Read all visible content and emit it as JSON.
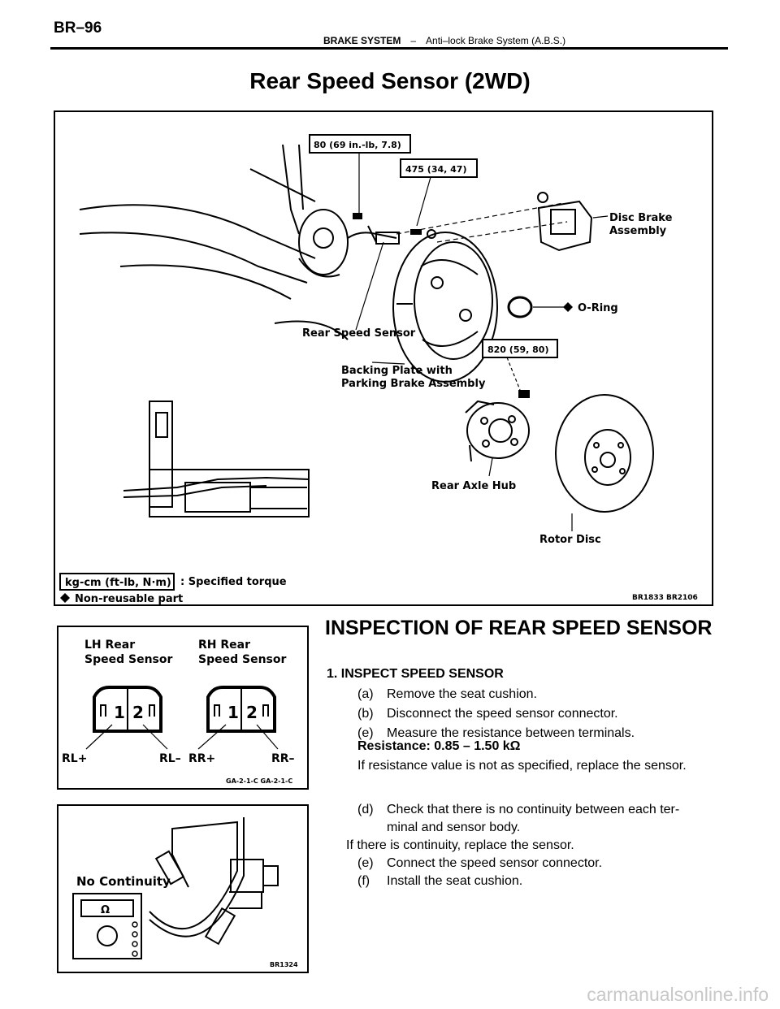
{
  "header": {
    "page_code": "BR–96",
    "section": "BRAKE SYSTEM",
    "separator": "–",
    "subsection": "Anti–lock Brake System (A.B.S.)"
  },
  "title": "Rear Speed Sensor (2WD)",
  "figure1": {
    "torque_top": "80 (69 in.-lb, 7.8)",
    "torque_mid": "475 (34, 47)",
    "torque_hub": "820 (59, 80)",
    "disc_brake_l1": "Disc Brake",
    "disc_brake_l2": "Assembly",
    "o_ring": "O-Ring",
    "rear_speed_sensor": "Rear Speed Sensor",
    "backing_l1": "Backing Plate with",
    "backing_l2": "Parking Brake Assembly",
    "rear_axle_hub": "Rear Axle Hub",
    "rotor_disc": "Rotor Disc",
    "legend_units": "kg-cm (ft-lb, N·m)",
    "legend_torque": ": Specified torque",
    "legend_nonreusable": "Non-reusable part",
    "figure_code": "BR1833  BR2106"
  },
  "figure2": {
    "lh_l1": "LH Rear",
    "lh_l2": "Speed Sensor",
    "rh_l1": "RH Rear",
    "rh_l2": "Speed Sensor",
    "pin1": "1",
    "pin2": "2",
    "rl_plus": "RL+",
    "rl_minus": "RL–",
    "rr_plus": "RR+",
    "rr_minus": "RR–",
    "figure_code": "GA-2-1-C  GA-2-1-C"
  },
  "figure3": {
    "no_continuity": "No Continuity",
    "meter_symbol": "Ω",
    "figure_code": "BR1324"
  },
  "inspection": {
    "title": "INSPECTION OF REAR SPEED SENSOR",
    "step1": "1.    INSPECT SPEED SENSOR",
    "a_tag": "(a)",
    "a_text": "Remove the seat cushion.",
    "b_tag": "(b)",
    "b_text": "Disconnect the speed sensor connector.",
    "e1_tag": "(e)",
    "e1_text": "Measure the resistance between terminals.",
    "resistance": "Resistance: 0.85 – 1.50 kΩ",
    "if_not": "If resistance value is not as specified, replace the sensor.",
    "d_tag": "(d)",
    "d_text_1": "Check that there is no continuity between each ter-",
    "d_text_2": "minal and sensor body.",
    "if_cont": "If there is continuity, replace the sensor.",
    "e2_tag": "(e)",
    "e2_text": "Connect the speed sensor connector.",
    "f_tag": "(f)",
    "f_text": "Install the seat cushion."
  },
  "watermark": "carmanualsonline.info"
}
